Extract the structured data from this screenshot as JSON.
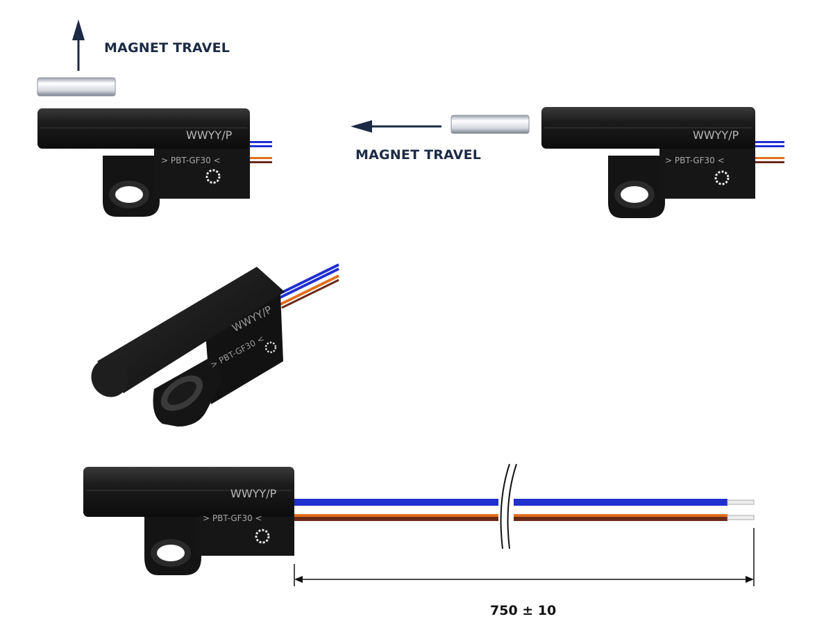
{
  "labels": {
    "magnet_travel_vertical": "MAGNET TRAVEL",
    "magnet_travel_horizontal": "MAGNET TRAVEL"
  },
  "sensor_markings": {
    "date_code": "WWYY/P",
    "material": "> PBT-GF30 <"
  },
  "dimension": {
    "cable_length": "750 ± 10"
  },
  "colors": {
    "housing": "#1a1a1a",
    "wire_blue": "#1f2fd0",
    "wire_orange": "#e0701c",
    "wire_brown": "#6a2a1a",
    "magnet": "#e6e8ee",
    "arrow": "#1c2a45"
  }
}
